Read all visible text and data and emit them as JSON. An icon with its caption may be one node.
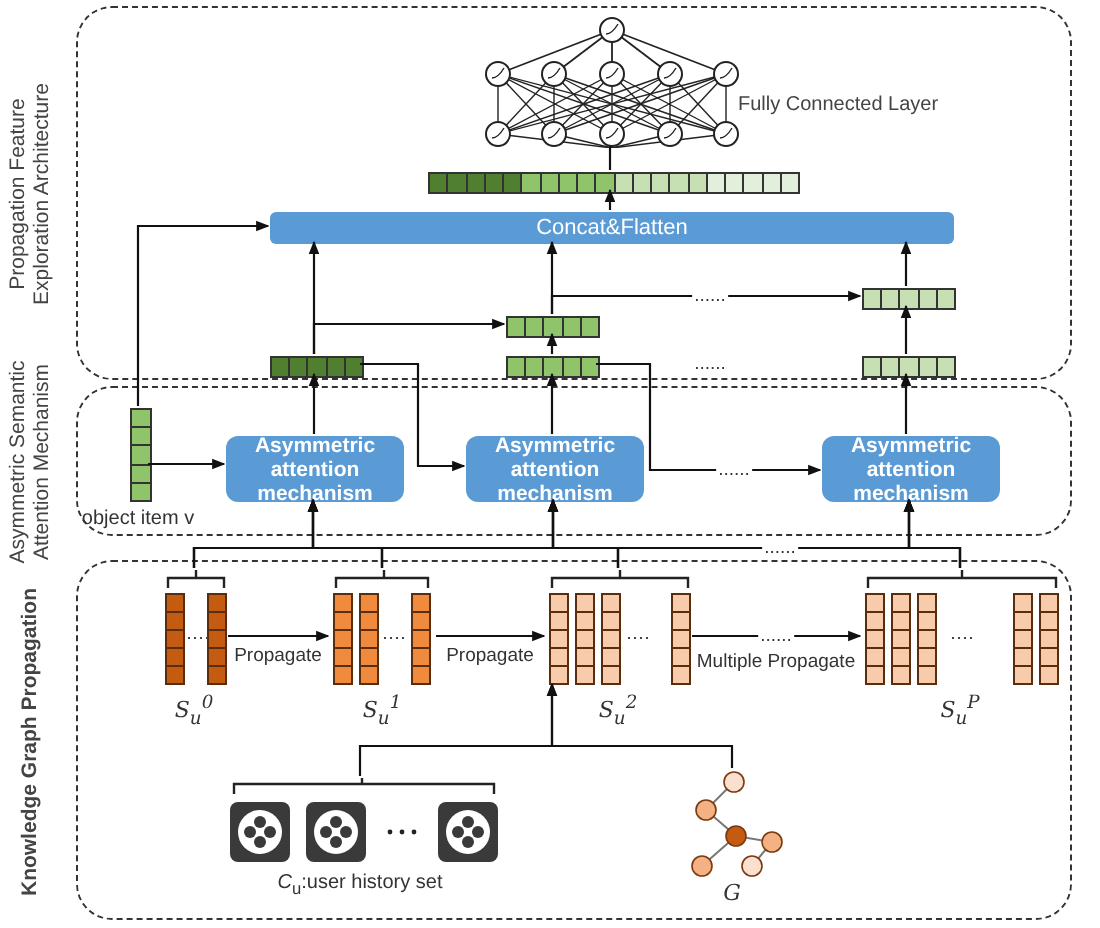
{
  "diagram": {
    "nodes": [
      {
        "text": [
          "Propagation Feature Exploration Architecture"
        ]
      },
      {
        "text": [
          "Fully Connected Layer"
        ],
        "in": 0
      },
      {
        "text": [],
        "shape": "bar",
        "in": 0
      },
      {
        "text": [
          "Concat&Flatten"
        ],
        "in": 0
      },
      {
        "text": [],
        "shape": "bar",
        "in": 0
      },
      {
        "text": [],
        "shape": "bar",
        "in": 0
      },
      {
        "text": [],
        "shape": "bar",
        "in": 0
      },
      {
        "text": [],
        "shape": "bar",
        "in": 0
      },
      {
        "text": [],
        "shape": "bar",
        "in": 0
      },
      {
        "text": [
          "Asymmetric Semantic Attention Mechanism"
        ]
      },
      {
        "text": [],
        "shape": "bar",
        "beside": [
          "object item v"
        ],
        "in": 9
      },
      {
        "text": [
          "Asymmetric attention mechanism"
        ],
        "in": 9
      },
      {
        "text": [
          "Asymmetric attention mechanism"
        ],
        "in": 9
      },
      {
        "text": [
          "Asymmetric attention mechanism"
        ],
        "in": 9
      },
      {
        "text": [
          "Knowledge Graph Propagation"
        ]
      },
      {
        "text": [],
        "shape": "bar",
        "beside": [
          "S$_{u}$$^{0}$"
        ],
        "in": 14
      },
      {
        "text": [],
        "shape": "bar",
        "beside": [
          "S$_{u}$$^{1}$"
        ],
        "in": 14
      },
      {
        "text": [],
        "shape": "bar",
        "beside": [
          "S$_{u}$$^{2}$"
        ],
        "in": 14
      },
      {
        "text": [],
        "shape": "bar",
        "beside": [
          "S$_{u}$$^{P}$"
        ],
        "in": 14
      },
      {
        "text": [],
        "shape": "picture",
        "beside": [
          "*C*$_{u}$:user history set"
        ],
        "in": 14
      },
      {
        "text": [],
        "shape": "picture",
        "beside": [
          "G"
        ],
        "in": 14
      }
    ],
    "edges": [
      {
        "from": 2,
        "to": 1,
        "arrow": "none"
      },
      {
        "from": 3,
        "to": 2,
        "arrow": "to"
      },
      {
        "from": 10,
        "to": 3,
        "arrow": "to"
      },
      {
        "from": 10,
        "to": 11,
        "arrow": "to"
      },
      {
        "from": 11,
        "to": 4,
        "arrow": "to"
      },
      {
        "from": 4,
        "to": 3,
        "arrow": "to"
      },
      {
        "from": 4,
        "to": 5,
        "arrow": "to"
      },
      {
        "from": 4,
        "to": 12,
        "arrow": "to"
      },
      {
        "from": 12,
        "to": 6,
        "arrow": "to"
      },
      {
        "from": 6,
        "to": 5,
        "arrow": "to"
      },
      {
        "from": 5,
        "to": 3,
        "arrow": "to"
      },
      {
        "from": 5,
        "to": 7,
        "arrow": "to",
        "label": "......"
      },
      {
        "from": 6,
        "to": 13,
        "arrow": "to",
        "label": "......"
      },
      {
        "from": 13,
        "to": 8,
        "arrow": "to"
      },
      {
        "from": 8,
        "to": 7,
        "arrow": "to"
      },
      {
        "from": 7,
        "to": 3,
        "arrow": "to"
      },
      {
        "from": 15,
        "to": 16,
        "arrow": "to",
        "label": "Propagate"
      },
      {
        "from": 16,
        "to": 17,
        "arrow": "to",
        "label": "Propagate"
      },
      {
        "from": 17,
        "to": 18,
        "arrow": "to",
        "label": "Multiple Propagate"
      },
      {
        "from": 19,
        "to": 17,
        "arrow": "to"
      },
      {
        "from": 20,
        "to": 17,
        "arrow": "to"
      },
      {
        "from": 15,
        "to": 11,
        "arrow": "to"
      },
      {
        "from": 15,
        "to": 12,
        "arrow": "to"
      },
      {
        "from": 15,
        "to": 13,
        "arrow": "to"
      },
      {
        "from": 16,
        "to": 11,
        "arrow": "to"
      },
      {
        "from": 16,
        "to": 12,
        "arrow": "to"
      },
      {
        "from": 16,
        "to": 13,
        "arrow": "to"
      },
      {
        "from": 17,
        "to": 11,
        "arrow": "to"
      },
      {
        "from": 17,
        "to": 12,
        "arrow": "to"
      },
      {
        "from": 17,
        "to": 13,
        "arrow": "to"
      },
      {
        "from": 18,
        "to": 11,
        "arrow": "to"
      },
      {
        "from": 18,
        "to": 12,
        "arrow": "to"
      },
      {
        "from": 18,
        "to": 13,
        "arrow": "to"
      }
    ],
    "labels": [
      "......",
      "......",
      "......"
    ]
  }
}
